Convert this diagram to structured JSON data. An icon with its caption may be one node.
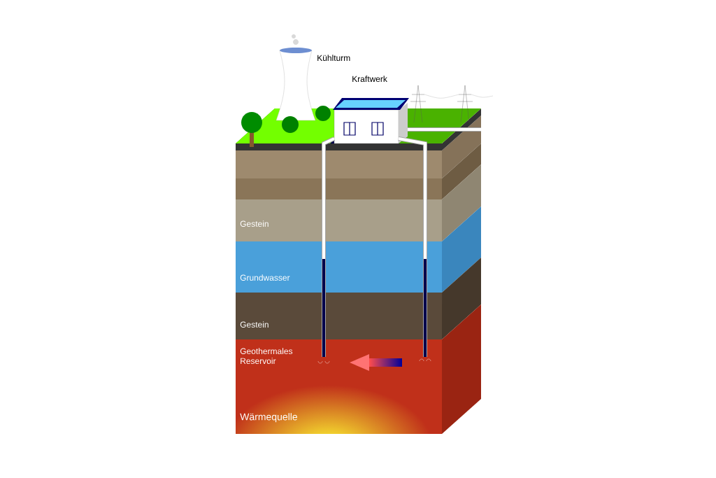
{
  "diagram": {
    "labels": [
      "Kühlturm",
      "Kraftwerk",
      "Gestein",
      "Grundwasser",
      "Gestein",
      "Geothermales Reservoir",
      "Wärmequelle"
    ]
  }
}
